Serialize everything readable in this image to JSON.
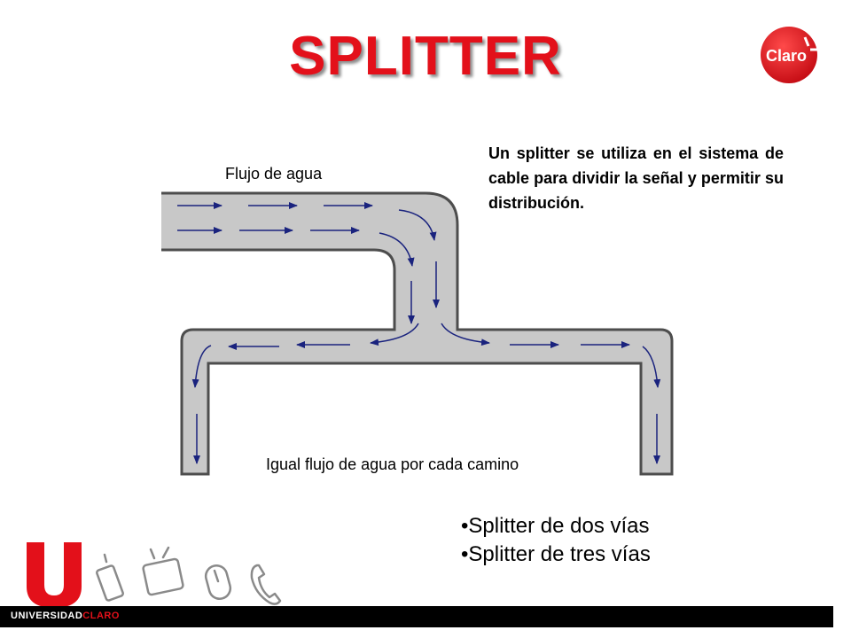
{
  "title": "SPLITTER",
  "logo": {
    "text": "Claro",
    "color": "#e3101a"
  },
  "description": "Un splitter se utiliza en el sistema de cable para dividir la señal y permitir su distribución.",
  "diagram": {
    "label_top": "Flujo de agua",
    "label_bottom": "Igual flujo de agua por cada camino",
    "pipe_fill": "#c8c8c8",
    "pipe_stroke": "#4d4d4d",
    "arrow_color": "#1a237e"
  },
  "bullets": [
    "•Splitter de dos vías",
    "•Splitter de tres vías"
  ],
  "footer": {
    "prefix": "UNIVERSIDAD",
    "brand": "CLARO",
    "accent": "#e3101a"
  }
}
